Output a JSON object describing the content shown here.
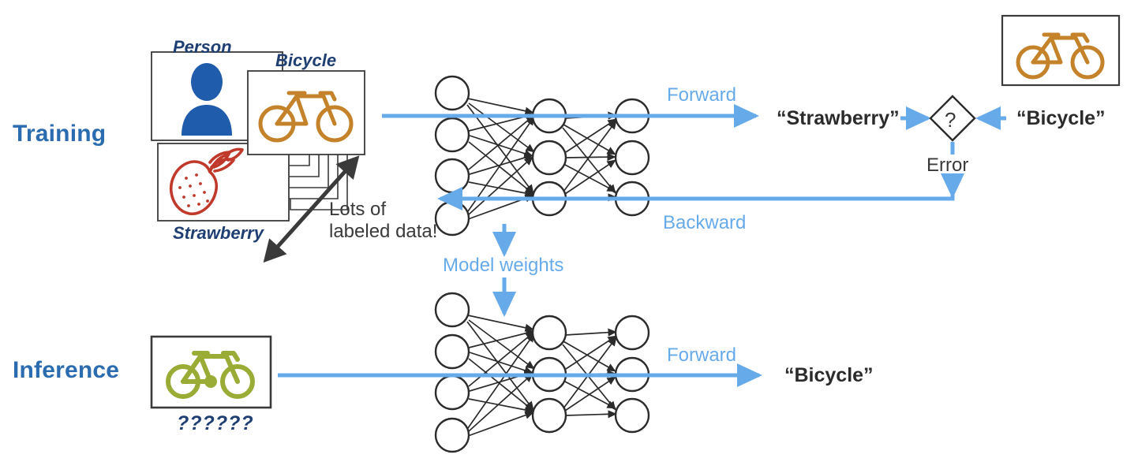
{
  "diagram": {
    "title": "Neural network training and inference workflow",
    "colors": {
      "accent_blue": "#2b6cb0",
      "arrow_blue": "#67aaea",
      "label_navy": "#1f3f73",
      "bicycle_orange": "#c4832a",
      "bicycle_green": "#9aac35",
      "strawberry_red": "#c0392b",
      "person_blue": "#1f5cab",
      "node_stroke": "#2b2b2b",
      "text_dark": "#3a3a3a"
    }
  },
  "training": {
    "stage_label": "Training",
    "cards": [
      {
        "label": "Person",
        "icon": "person-icon"
      },
      {
        "label": "Bicycle",
        "icon": "bicycle-icon"
      },
      {
        "label": "Strawberry",
        "icon": "strawberry-icon"
      }
    ],
    "dataset_note": "Lots of\nlabeled data!",
    "forward_label": "Forward",
    "backward_label": "Backward",
    "prediction": "“Strawberry”",
    "ground_truth": "“Bicycle”",
    "compare_symbol": "?",
    "error_label": "Error",
    "truth_image_icon": "bicycle-icon"
  },
  "model_weights": {
    "label": "Model weights"
  },
  "inference": {
    "stage_label": "Inference",
    "input_label": "??????",
    "input_icon": "bicycle-icon",
    "forward_label": "Forward",
    "prediction": "“Bicycle”"
  },
  "network": {
    "layers": [
      {
        "name": "input-layer",
        "node_count": 4
      },
      {
        "name": "hidden-layer",
        "node_count": 3
      },
      {
        "name": "output-layer",
        "node_count": 3
      }
    ]
  }
}
